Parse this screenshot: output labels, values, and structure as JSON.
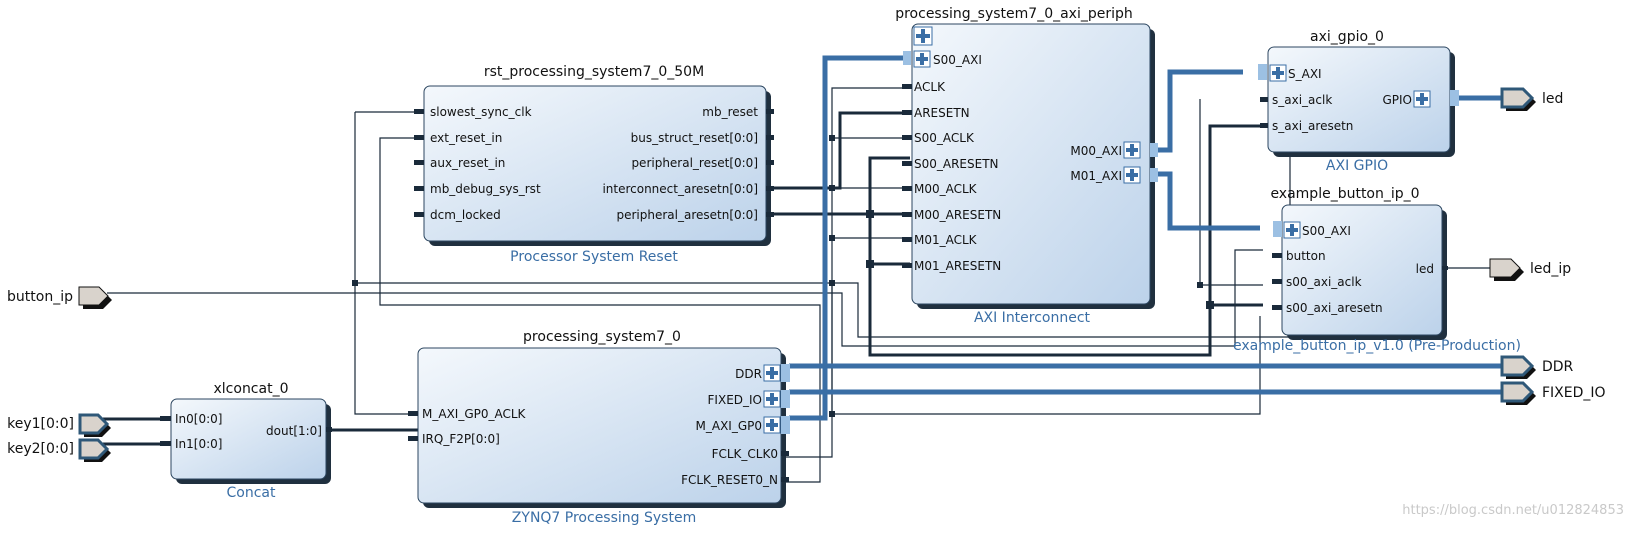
{
  "blocks": {
    "rst": {
      "title": "rst_processing_system7_0_50M",
      "subtitle": "Processor System Reset",
      "inputs": [
        "slowest_sync_clk",
        "ext_reset_in",
        "aux_reset_in",
        "mb_debug_sys_rst",
        "dcm_locked"
      ],
      "outputs": [
        "mb_reset",
        "bus_struct_reset[0:0]",
        "peripheral_reset[0:0]",
        "interconnect_aresetn[0:0]",
        "peripheral_aresetn[0:0]"
      ]
    },
    "periph": {
      "title": "processing_system7_0_axi_periph",
      "subtitle": "AXI Interconnect",
      "s00_axi": "S00_AXI",
      "inputs": [
        "ACLK",
        "ARESETN",
        "S00_ACLK",
        "S00_ARESETN",
        "M00_ACLK",
        "M00_ARESETN",
        "M01_ACLK",
        "M01_ARESETN"
      ],
      "outputs": [
        "M00_AXI",
        "M01_AXI"
      ]
    },
    "gpio": {
      "title": "axi_gpio_0",
      "subtitle": "AXI GPIO",
      "s_axi": "S_AXI",
      "inputs": [
        "s_axi_aclk",
        "s_axi_aresetn"
      ],
      "output": "GPIO"
    },
    "button": {
      "title": "example_button_ip_0",
      "subtitle": "example_button_ip_v1.0 (Pre-Production)",
      "s00_axi": "S00_AXI",
      "inputs": [
        "button",
        "s00_axi_aclk",
        "s00_axi_aresetn"
      ],
      "output": "led"
    },
    "ps7": {
      "title": "processing_system7_0",
      "subtitle": "ZYNQ7 Processing System",
      "inputs": [
        "M_AXI_GP0_ACLK",
        "IRQ_F2P[0:0]"
      ],
      "bus_outputs": [
        "DDR",
        "FIXED_IO",
        "M_AXI_GP0"
      ],
      "outputs": [
        "FCLK_CLK0",
        "FCLK_RESET0_N"
      ]
    },
    "concat": {
      "title": "xlconcat_0",
      "subtitle": "Concat",
      "inputs": [
        "In0[0:0]",
        "In1[0:0]"
      ],
      "output": "dout[1:0]"
    }
  },
  "ports": {
    "button_ip": "button_ip",
    "key1": "key1[0:0]",
    "key2": "key2[0:0]",
    "led": "led",
    "led_ip": "led_ip",
    "ddr": "DDR",
    "fixed_io": "FIXED_IO"
  },
  "watermark": "https://blog.csdn.net/u012824853",
  "colors": {
    "bus": "#3a6ea5",
    "wire": "#1a2a3a",
    "block_fill_top": "#f4f8fc",
    "block_fill_bottom": "#bcd2ea",
    "block_border": "#2c4660",
    "subtitle": "#3a6ea5"
  }
}
